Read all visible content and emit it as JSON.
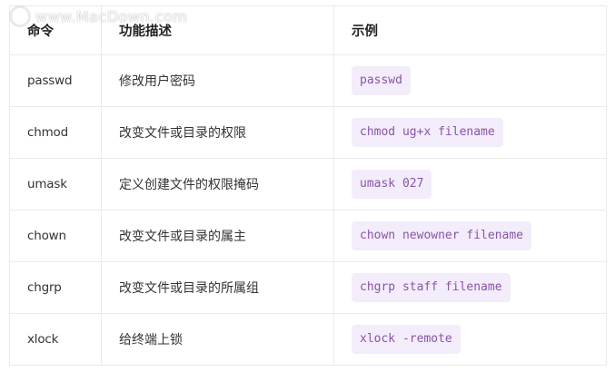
{
  "watermark": {
    "text": "www.MacDown.com",
    "logo_icon": "macdown-logo-icon"
  },
  "table": {
    "headers": [
      "命令",
      "功能描述",
      "示例"
    ],
    "rows": [
      {
        "command": "passwd",
        "description": "修改用户密码",
        "example": "passwd"
      },
      {
        "command": "chmod",
        "description": "改变文件或目录的权限",
        "example": "chmod ug+x filename"
      },
      {
        "command": "umask",
        "description": "定义创建文件的权限掩码",
        "example": "umask 027"
      },
      {
        "command": "chown",
        "description": "改变文件或目录的属主",
        "example": "chown newowner filename"
      },
      {
        "command": "chgrp",
        "description": "改变文件或目录的所属组",
        "example": "chgrp staff filename"
      },
      {
        "command": "xlock",
        "description": "给终端上锁",
        "example": "xlock -remote"
      }
    ]
  },
  "colors": {
    "border": "#eaeaea",
    "code_background": "#f3ecfa",
    "code_text": "#8a55a8",
    "text": "#333333"
  }
}
